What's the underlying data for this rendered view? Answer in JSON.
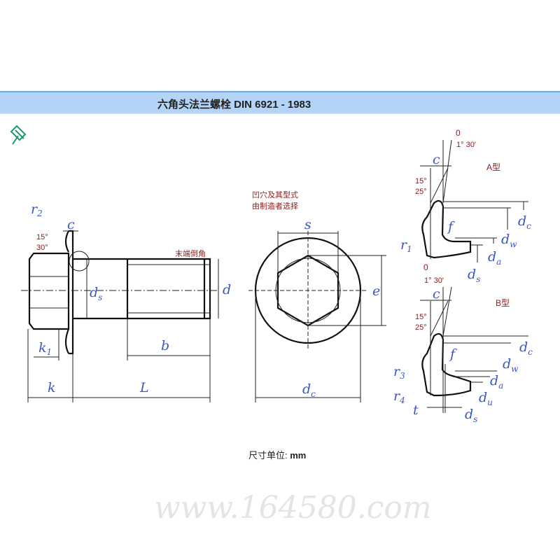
{
  "header": {
    "title": "六角头法兰螺栓 DIN 6921 - 1983"
  },
  "icons": {
    "pin": "pin-icon"
  },
  "watermark": "www.164580.com",
  "notes": {
    "recess_1": "凹穴及其型式",
    "recess_2": "由制造者选择",
    "chamfer": "末端倒角"
  },
  "left_view": {
    "r2": [
      "r",
      "2"
    ],
    "c": "c",
    "a15": "15°",
    "a30": "30°",
    "ds": [
      "d",
      "s"
    ],
    "d": "d",
    "k1": [
      "k",
      "1"
    ],
    "b": "b",
    "k": "k",
    "L": "L"
  },
  "center_view": {
    "s": "s",
    "e": "e",
    "dc": [
      "d",
      "c"
    ]
  },
  "type_a": {
    "title": "A型",
    "zero": "0",
    "angle": "1° 30′",
    "c": "c",
    "a15": "15°",
    "a25": "25°",
    "f": "f",
    "r1": [
      "r",
      "1"
    ],
    "dc": [
      "d",
      "c"
    ],
    "dw": [
      "d",
      "w"
    ],
    "da": [
      "d",
      "a"
    ],
    "ds": [
      "d",
      "s"
    ]
  },
  "type_b": {
    "title": "B型",
    "zero": "0",
    "angle": "1° 30′",
    "c": "c",
    "a15": "15°",
    "a25": "25°",
    "f": "f",
    "r3": [
      "r",
      "3"
    ],
    "r4": [
      "r",
      "4"
    ],
    "t": "t",
    "dc": [
      "d",
      "c"
    ],
    "dw": [
      "d",
      "w"
    ],
    "da": [
      "d",
      "a"
    ],
    "du": [
      "d",
      "u"
    ],
    "ds": [
      "d",
      "s"
    ]
  },
  "footer": {
    "unit_label": "尺寸单位: ",
    "unit": "mm"
  }
}
